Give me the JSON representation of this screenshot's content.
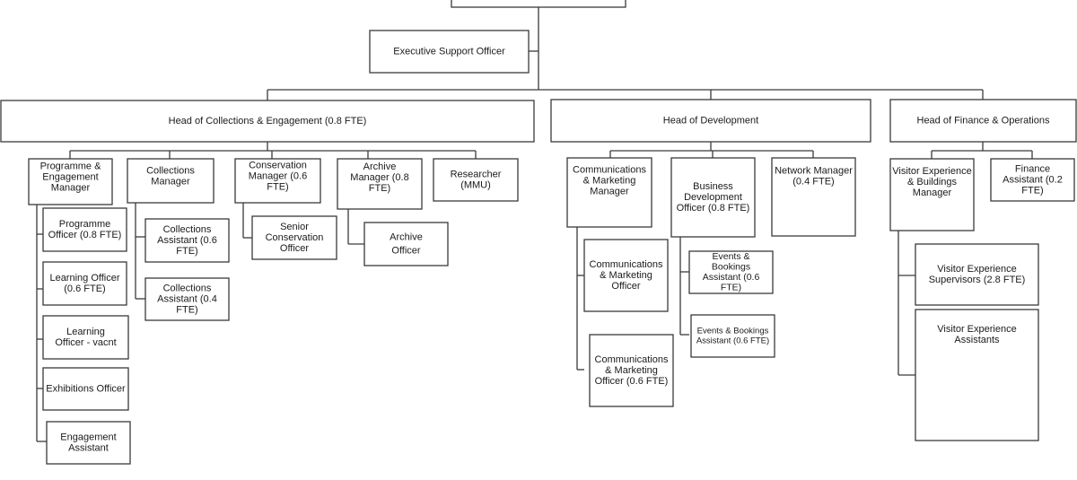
{
  "org": {
    "root": "",
    "exec_support": "Executive Support Officer",
    "head_collections": "Head of Collections & Engagement (0.8 FTE)",
    "head_development": "Head of Development",
    "head_finance": "Head of Finance & Operations",
    "prog_manager": [
      "Programme &",
      "Engagement",
      "Manager"
    ],
    "programme_officer": [
      "Programme",
      "Officer (0.8 FTE)"
    ],
    "learning_officer": [
      "Learning Officer",
      "(0.6 FTE)"
    ],
    "learning_vacnt": [
      "Learning",
      "Officer - vacnt"
    ],
    "exhibitions_officer": [
      "Exhibitions Officer"
    ],
    "engagement_assistant": [
      "Engagement",
      "Assistant"
    ],
    "collections_manager": [
      "Collections",
      "Manager"
    ],
    "collections_assistant_06": [
      "Collections",
      "Assistant (0.6",
      "FTE)"
    ],
    "collections_assistant_04": [
      "Collections",
      "Assistant (0.4",
      "FTE)"
    ],
    "conservation_manager": [
      "Conservation",
      "Manager (0.6",
      "FTE)"
    ],
    "senior_conservation": [
      "Senior",
      "Conservation",
      "Officer"
    ],
    "archive_manager": [
      "Archive",
      "Manager (0.8",
      "FTE)"
    ],
    "archive_officer": [
      "Archive",
      "Officer"
    ],
    "researcher": [
      "Researcher",
      "(MMU)"
    ],
    "comms_manager": [
      "Communications",
      "& Marketing",
      "Manager"
    ],
    "comms_officer": [
      "Communications",
      "& Marketing",
      "Officer"
    ],
    "comms_officer_06": [
      "Communications",
      "& Marketing",
      "Officer (0.6 FTE)"
    ],
    "bizdev_officer": [
      "Business",
      "Development",
      "Officer (0.8 FTE)"
    ],
    "events_assistant_a": [
      "Events &",
      "Bookings",
      "Assistant (0.6",
      "FTE)"
    ],
    "events_assistant_b": [
      "Events & Bookings",
      "Assistant (0.6 FTE)"
    ],
    "network_manager": [
      "Network Manager",
      "(0.4 FTE)"
    ],
    "visitor_buildings_manager": [
      "Visitor Experience",
      "& Buildings",
      "Manager"
    ],
    "finance_assistant": [
      "Finance",
      "Assistant (0.2",
      "FTE)"
    ],
    "visitor_supervisors": [
      "Visitor Experience",
      "Supervisors (2.8 FTE)"
    ],
    "visitor_assistants": [
      "Visitor Experience",
      "Assistants"
    ]
  }
}
